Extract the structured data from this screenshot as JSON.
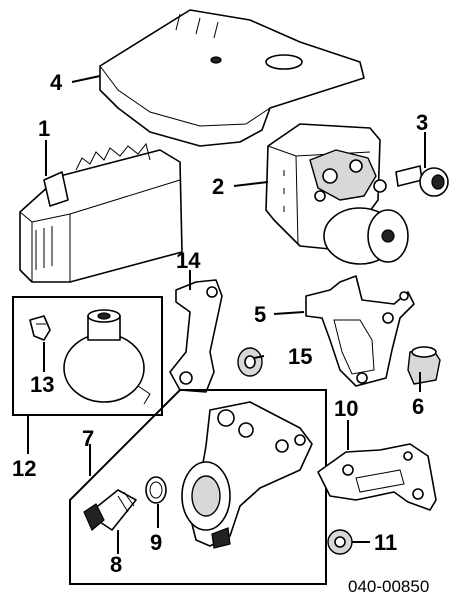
{
  "callouts": {
    "c1": "1",
    "c2": "2",
    "c3": "3",
    "c4": "4",
    "c5": "5",
    "c6": "6",
    "c7": "7",
    "c8": "8",
    "c9": "9",
    "c10": "10",
    "c11": "11",
    "c12": "12",
    "c13": "13",
    "c14": "14",
    "c15": "15"
  },
  "reference_code": "040-00850"
}
